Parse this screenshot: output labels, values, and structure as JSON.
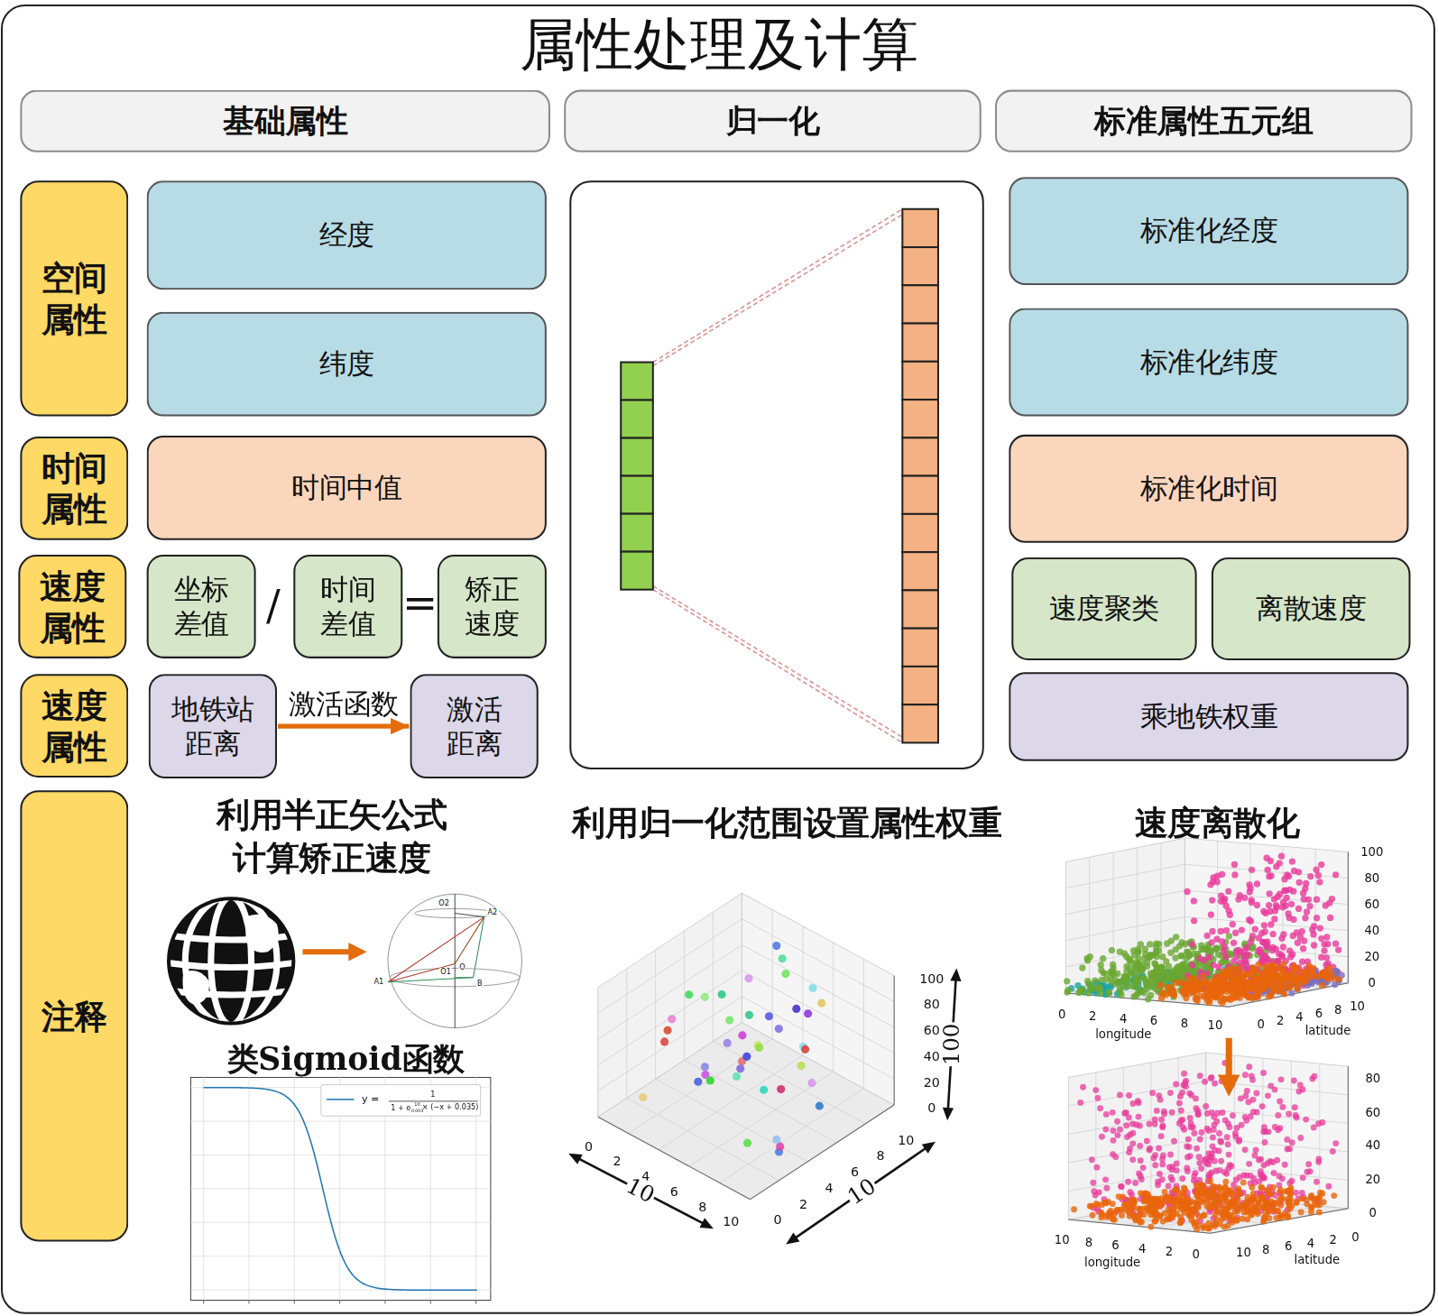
{
  "diagram": {
    "title": "属性处理及计算",
    "nodes": [
      {
        "text": [
          "基础属性"
        ]
      },
      {
        "text": [
          "归一化"
        ]
      },
      {
        "text": [
          "标准属性五元组"
        ]
      },
      {
        "text": [
          "空间 属性"
        ]
      },
      {
        "text": [
          "经度"
        ]
      },
      {
        "text": [
          "纬度"
        ]
      },
      {
        "text": [
          "标准化经度"
        ]
      },
      {
        "text": [
          "标准化纬度"
        ]
      },
      {
        "text": [
          "时间 属性"
        ]
      },
      {
        "text": [
          "时间中值"
        ]
      },
      {
        "text": [
          "标准化时间"
        ]
      },
      {
        "text": [
          "速度 属性"
        ]
      },
      {
        "text": [
          "坐标 差值"
        ]
      },
      {
        "text": [
          "时间 差值"
        ]
      },
      {
        "text": [
          "矫正 速度"
        ]
      },
      {
        "text": [
          "速度聚类"
        ]
      },
      {
        "text": [
          "离散速度"
        ]
      },
      {
        "text": [
          "速度 属性"
        ]
      },
      {
        "text": [
          "地铁站 距离"
        ]
      },
      {
        "text": [
          "激活 距离"
        ]
      },
      {
        "text": [
          "乘地铁权重"
        ]
      },
      {
        "text": [
          "注释"
        ]
      }
    ],
    "edges": [
      {
        "from": 18,
        "to": 19,
        "label": "激活函数",
        "arrow": "to"
      }
    ],
    "labels": [
      "/",
      "=",
      "利用半正矢公式 计算矫正速度",
      "O2",
      "A2",
      "A1",
      "O1",
      "O",
      "B",
      "类Sigmoid函数",
      "y =",
      "1",
      "1 + e",
      "10",
      "0.003",
      "× (−x + 0.035)",
      "利用归一化范围设置属性权重",
      "100",
      "80",
      "60",
      "40",
      "20",
      "0",
      "0",
      "2",
      "4",
      "6",
      "8",
      "10",
      "0",
      "2",
      "4",
      "6",
      "8",
      "10",
      "10",
      "10",
      "100",
      "速度离散化",
      "100",
      "80",
      "60",
      "40",
      "20",
      "0",
      "0",
      "2",
      "4",
      "6",
      "8",
      "10",
      "longitude",
      "0",
      "2",
      "4",
      "6",
      "8",
      "10",
      "latitude",
      "80",
      "60",
      "40",
      "20",
      "0",
      "10",
      "8",
      "6",
      "4",
      "2",
      "0",
      "longitude",
      "10",
      "8",
      "6",
      "4",
      "2",
      "0",
      "latitude"
    ]
  }
}
